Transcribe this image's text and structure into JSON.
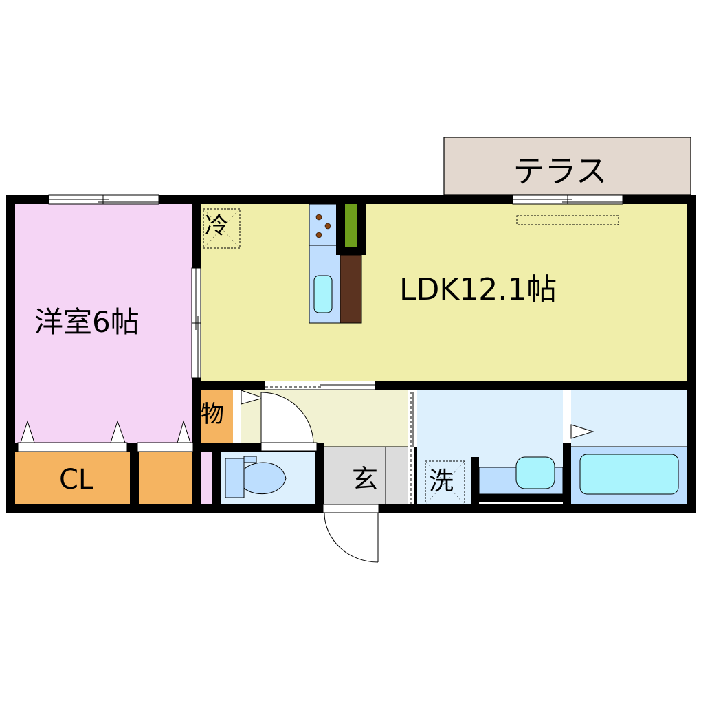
{
  "floor_plan": {
    "labels": {
      "terrace": "テラス",
      "bedroom": "洋室6帖",
      "ldk": "LDK12.1帖",
      "fridge": "冷",
      "storage": "物",
      "closet": "CL",
      "entrance": "玄",
      "washroom": "洗"
    },
    "rooms": [
      {
        "id": "bedroom",
        "name": "洋室",
        "size": "6帖"
      },
      {
        "id": "ldk",
        "name": "LDK",
        "size": "12.1帖"
      },
      {
        "id": "terrace",
        "name": "テラス"
      },
      {
        "id": "closet",
        "name": "CL"
      },
      {
        "id": "storage",
        "name": "物"
      },
      {
        "id": "toilet"
      },
      {
        "id": "entrance",
        "name": "玄"
      },
      {
        "id": "washroom",
        "name": "洗"
      },
      {
        "id": "bath"
      }
    ]
  },
  "colors": {
    "wall": "#000000",
    "bedroom": "#f5d5f5",
    "ldk": "#f0eeaa",
    "terrace": "#e3d8cf",
    "closet": "#f5b461",
    "hallway": "#f2f2d2",
    "entrance": "#dcdcdc",
    "wet_light": "#ddf0fd",
    "wet_mid": "#bddefe",
    "fixture_water": "#aaf4fd",
    "kitchen_counter": "#c0defe",
    "kitchen_brown": "#5b3320",
    "kitchen_green": "#6e9e1c",
    "burner": "#8b4510",
    "opening": "#ffffff"
  }
}
